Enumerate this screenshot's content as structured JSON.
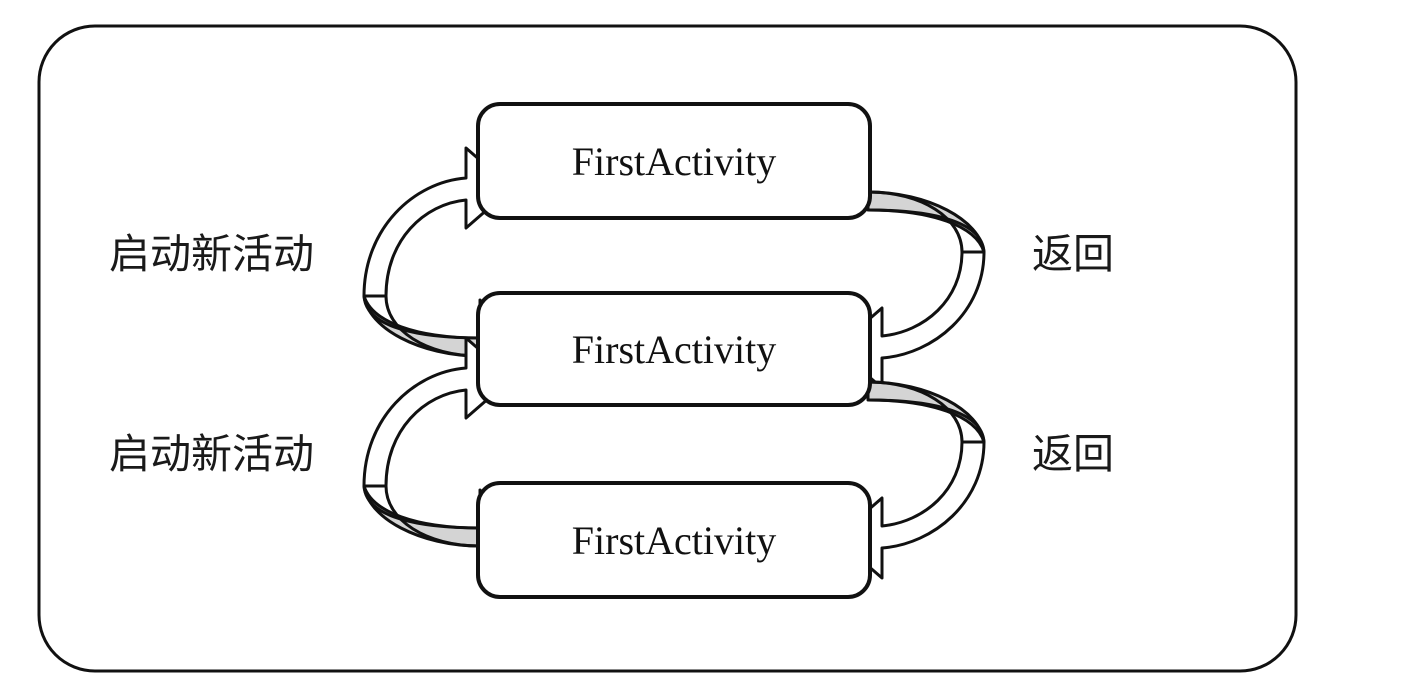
{
  "diagram": {
    "title": "Activity stack navigation diagram",
    "frame": {
      "name": "outer-rounded-frame",
      "stroke": "#111111",
      "fill": "#ffffff",
      "corner_radius": 56
    },
    "palette": {
      "outline": "#111111",
      "box_fill": "#ffffff",
      "arrow_head_fill": "#ffffff",
      "arrow_tail_fill": "#d4d4d4",
      "text": "#111111",
      "background": "#ffffff"
    },
    "boxes": [
      {
        "id": "box-top",
        "label": "FirstActivity"
      },
      {
        "id": "box-middle",
        "label": "FirstActivity"
      },
      {
        "id": "box-bottom",
        "label": "FirstActivity"
      }
    ],
    "arrows": [
      {
        "id": "arrow-start-upper",
        "side": "left",
        "direction": "up",
        "label": "启动新活动",
        "from": "box-middle",
        "to": "box-top",
        "tail_fill": "#d4d4d4",
        "head_fill": "#ffffff"
      },
      {
        "id": "arrow-back-upper",
        "side": "right",
        "direction": "down",
        "label": "返回",
        "from": "box-top",
        "to": "box-middle",
        "tail_fill": "#d4d4d4",
        "head_fill": "#ffffff"
      },
      {
        "id": "arrow-start-lower",
        "side": "left",
        "direction": "up",
        "label": "启动新活动",
        "from": "box-bottom",
        "to": "box-middle",
        "tail_fill": "#d4d4d4",
        "head_fill": "#ffffff"
      },
      {
        "id": "arrow-back-lower",
        "side": "right",
        "direction": "down",
        "label": "返回",
        "from": "box-middle",
        "to": "box-bottom",
        "tail_fill": "#d4d4d4",
        "head_fill": "#ffffff"
      }
    ],
    "labels": {
      "left_upper": "启动新活动",
      "left_lower": "启动新活动",
      "right_upper": "返回",
      "right_lower": "返回"
    }
  }
}
